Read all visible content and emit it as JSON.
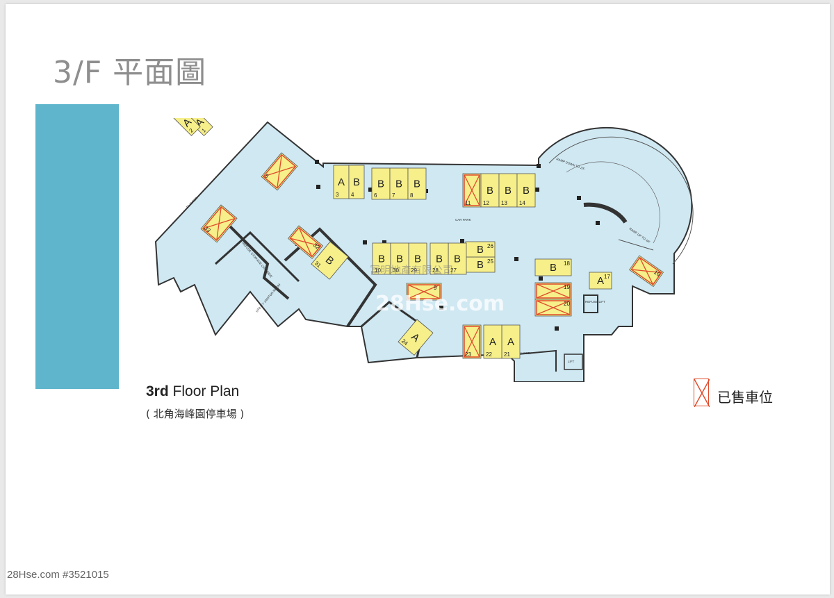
{
  "page": {
    "title": "3/F 平面圖",
    "caption_bold": "3rd",
    "caption_rest": " Floor Plan",
    "subcaption": "( 北角海峰園停車場 )",
    "legend_label": "已售車位",
    "footer": "28Hse.com #3521015"
  },
  "watermark": {
    "company": "冨明地產有限公司",
    "site": "28Hse.com"
  },
  "plan_labels": {
    "car_park": "CAR PARK",
    "lift_lobby": "LIFT LOBBY",
    "lift": "LIFT",
    "refuse_lift": "REFUSE LIFT",
    "ramp_up": "RAMP UP TO 4/F",
    "ramp_down": "RAMP DOWN TO 2/F",
    "planter": "PLANTER",
    "refuse_chamber": "REFUSE STORAGE CHAMBER",
    "utility_room": "UTILITY JANITOR ROOM"
  },
  "colors": {
    "floor": "#cfe8f2",
    "space": "#f6ef8a",
    "sold_mark": "#e04b2c",
    "accent_bar": "#5fb6cc"
  },
  "spaces": [
    {
      "num": "1",
      "type": "A",
      "sold": false
    },
    {
      "num": "2",
      "type": "A",
      "sold": false
    },
    {
      "num": "3",
      "type": "A",
      "sold": false
    },
    {
      "num": "4",
      "type": "B",
      "sold": false
    },
    {
      "num": "5",
      "type": "",
      "sold": true
    },
    {
      "num": "6",
      "type": "B",
      "sold": false
    },
    {
      "num": "7",
      "type": "B",
      "sold": false
    },
    {
      "num": "8",
      "type": "B",
      "sold": false
    },
    {
      "num": "9",
      "type": "",
      "sold": true
    },
    {
      "num": "10",
      "type": "B",
      "sold": false
    },
    {
      "num": "11",
      "type": "",
      "sold": true
    },
    {
      "num": "12",
      "type": "B",
      "sold": false
    },
    {
      "num": "13",
      "type": "B",
      "sold": false
    },
    {
      "num": "14",
      "type": "B",
      "sold": false
    },
    {
      "num": "16",
      "type": "",
      "sold": true
    },
    {
      "num": "17",
      "type": "A",
      "sold": false
    },
    {
      "num": "18",
      "type": "B",
      "sold": false
    },
    {
      "num": "19",
      "type": "",
      "sold": true
    },
    {
      "num": "20",
      "type": "",
      "sold": true
    },
    {
      "num": "21",
      "type": "A",
      "sold": false
    },
    {
      "num": "22",
      "type": "A",
      "sold": false
    },
    {
      "num": "23",
      "type": "",
      "sold": true
    },
    {
      "num": "24",
      "type": "A",
      "sold": false
    },
    {
      "num": "25",
      "type": "B",
      "sold": false
    },
    {
      "num": "26",
      "type": "B",
      "sold": false
    },
    {
      "num": "27",
      "type": "B",
      "sold": false
    },
    {
      "num": "28",
      "type": "B",
      "sold": false
    },
    {
      "num": "29",
      "type": "B",
      "sold": false
    },
    {
      "num": "30",
      "type": "B",
      "sold": false
    },
    {
      "num": "31",
      "type": "B",
      "sold": false
    },
    {
      "num": "32",
      "type": "",
      "sold": true
    },
    {
      "num": "33",
      "type": "",
      "sold": true
    }
  ]
}
